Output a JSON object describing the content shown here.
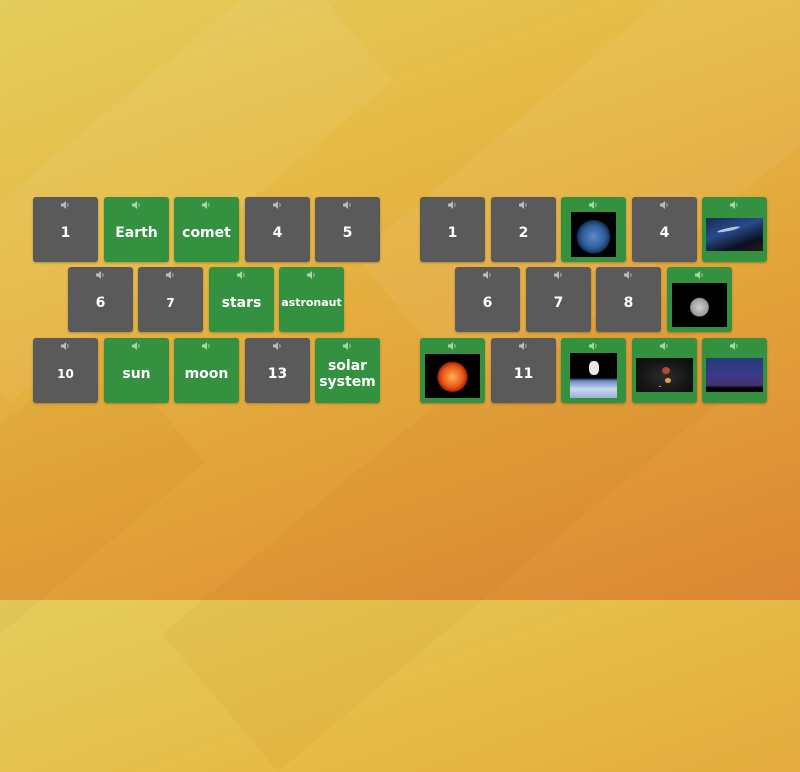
{
  "game": {
    "left_grid": {
      "rows": [
        [
          {
            "label": "1",
            "state": "hidden"
          },
          {
            "label": "Earth",
            "state": "revealed"
          },
          {
            "label": "comet",
            "state": "revealed"
          },
          {
            "label": "4",
            "state": "hidden"
          },
          {
            "label": "5",
            "state": "hidden"
          }
        ],
        [
          {
            "label": "6",
            "state": "hidden"
          },
          {
            "label": "7",
            "state": "hidden"
          },
          {
            "label": "stars",
            "state": "revealed"
          },
          {
            "label": "astronaut",
            "state": "revealed"
          }
        ],
        [
          {
            "label": "10",
            "state": "hidden"
          },
          {
            "label": "sun",
            "state": "revealed"
          },
          {
            "label": "moon",
            "state": "revealed"
          },
          {
            "label": "13",
            "state": "hidden"
          },
          {
            "label": "solar system",
            "state": "revealed"
          }
        ]
      ]
    },
    "right_grid": {
      "rows": [
        [
          {
            "label": "1",
            "state": "hidden"
          },
          {
            "label": "2",
            "state": "hidden"
          },
          {
            "image": "earth-image",
            "state": "revealed"
          },
          {
            "label": "4",
            "state": "hidden"
          },
          {
            "image": "comet-image",
            "state": "revealed"
          }
        ],
        [
          {
            "label": "6",
            "state": "hidden"
          },
          {
            "label": "7",
            "state": "hidden"
          },
          {
            "label": "8",
            "state": "hidden"
          },
          {
            "image": "moon-image",
            "state": "revealed"
          }
        ],
        [
          {
            "image": "sun-image",
            "state": "revealed"
          },
          {
            "label": "11",
            "state": "hidden"
          },
          {
            "image": "astronaut-image",
            "state": "revealed"
          },
          {
            "image": "solar-system-image",
            "state": "revealed"
          },
          {
            "image": "stars-image",
            "state": "revealed"
          }
        ]
      ]
    },
    "icons": {
      "audio": "speaker-icon"
    },
    "colors": {
      "hidden_tile": "#5a5a5a",
      "revealed_tile": "#33913f",
      "background_top": "#e3cd5c",
      "background_bottom": "#dc8634"
    }
  }
}
